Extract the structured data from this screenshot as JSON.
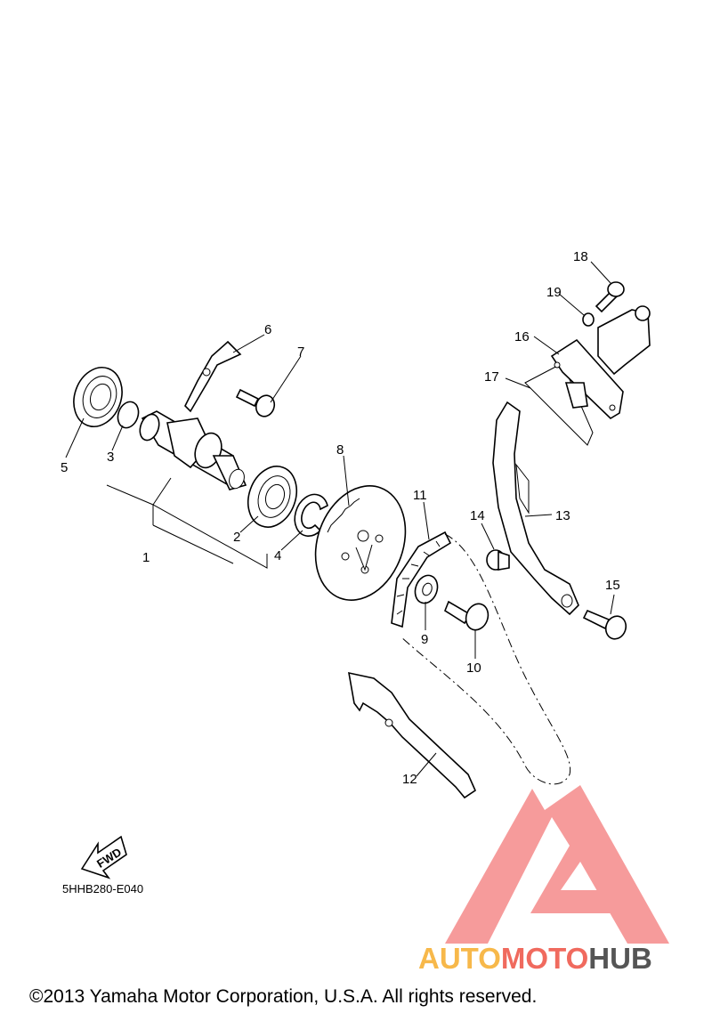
{
  "labels": {
    "p1": "1",
    "p2": "2",
    "p3": "3",
    "p4": "4",
    "p5": "5",
    "p6": "6",
    "p7": "7",
    "p8": "8",
    "p9": "9",
    "p10": "10",
    "p11": "11",
    "p12": "12",
    "p13": "13",
    "p14": "14",
    "p15": "15",
    "p16": "16",
    "p17": "17",
    "p18": "18",
    "p19": "19"
  },
  "fwd_label": "FWD",
  "diagram_code": "5HHB280-E040",
  "copyright": "©2013 Yamaha Motor Corporation, U.S.A. All rights reserved.",
  "watermark": {
    "part1": "AUTO",
    "part2": "MOTO",
    "part3": "HUB",
    "color_primary": "#f7b84a",
    "color_secondary": "#f06a5e",
    "color_tertiary": "#555555",
    "logo_color": "#f58a8a"
  }
}
